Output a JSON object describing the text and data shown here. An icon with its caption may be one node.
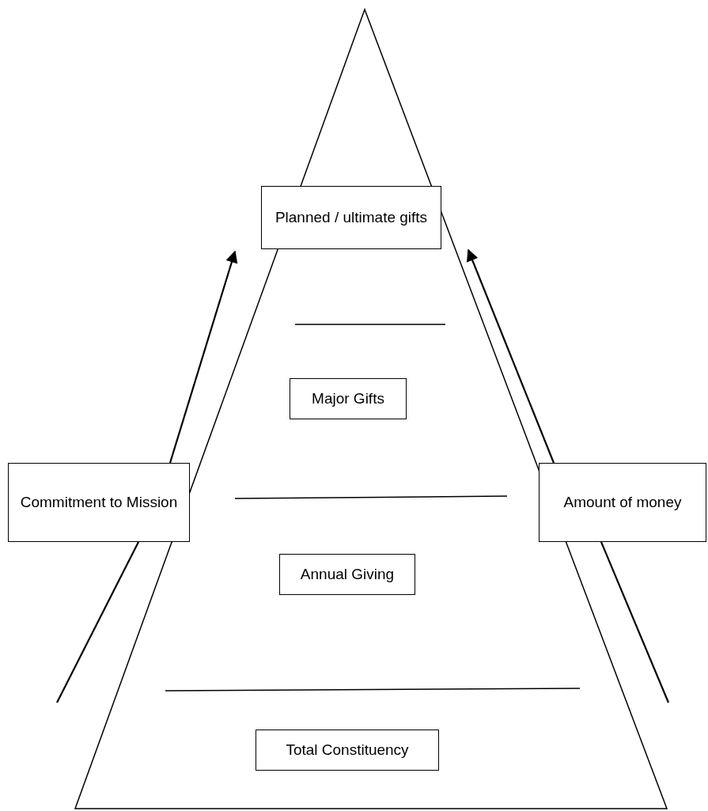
{
  "diagram": {
    "nodes": [
      {
        "text": [
          "Planned / ultimate gifts"
        ]
      },
      {
        "text": [
          "Major Gifts"
        ]
      },
      {
        "text": [
          "Annual Giving"
        ]
      },
      {
        "text": [
          "Total Constituency"
        ]
      },
      {
        "text": [
          "Commitment to Mission"
        ]
      },
      {
        "text": [
          "Amount of money"
        ]
      }
    ],
    "edges": [
      {
        "from": 4,
        "to": 0,
        "arrow": "to"
      },
      {
        "from": null,
        "to": 4,
        "arrow": "none"
      },
      {
        "from": 5,
        "to": 0,
        "arrow": "to"
      },
      {
        "from": null,
        "to": 5,
        "arrow": "none"
      }
    ]
  }
}
